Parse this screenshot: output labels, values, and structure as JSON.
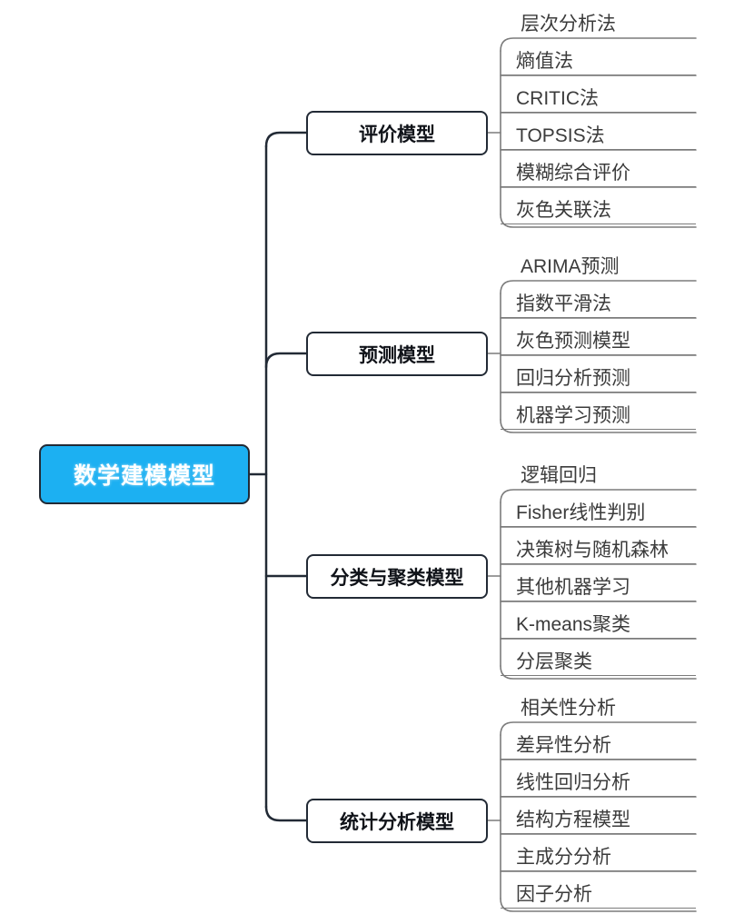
{
  "diagram": {
    "title": "数学建模模型",
    "type": "mindmap",
    "root": {
      "label": "数学建模模型",
      "fill_color": "#1CB0F2",
      "border_color": "#222A35",
      "text_color": "#FFFFFF"
    },
    "branch_style": {
      "fill_color": "#FFFFFF",
      "border_color": "#222A35",
      "text_color": "#101319"
    },
    "leaf_style": {
      "text_color": "#3B3B3B",
      "underline_color": "#7B7B7B"
    },
    "branches": [
      {
        "label": "评价模型",
        "leaves": [
          "层次分析法",
          "熵值法",
          "CRITIC法",
          "TOPSIS法",
          "模糊综合评价",
          "灰色关联法"
        ]
      },
      {
        "label": "预测模型",
        "leaves": [
          "ARIMA预测",
          "指数平滑法",
          "灰色预测模型",
          "回归分析预测",
          "机器学习预测"
        ]
      },
      {
        "label": "分类与聚类模型",
        "leaves": [
          "逻辑回归",
          "Fisher线性判别",
          "决策树与随机森林",
          "其他机器学习",
          "K-means聚类",
          "分层聚类"
        ]
      },
      {
        "label": "统计分析模型",
        "leaves": [
          "相关性分析",
          "差异性分析",
          "线性回归分析",
          "结构方程模型",
          "主成分分析",
          "因子分析"
        ]
      }
    ]
  }
}
